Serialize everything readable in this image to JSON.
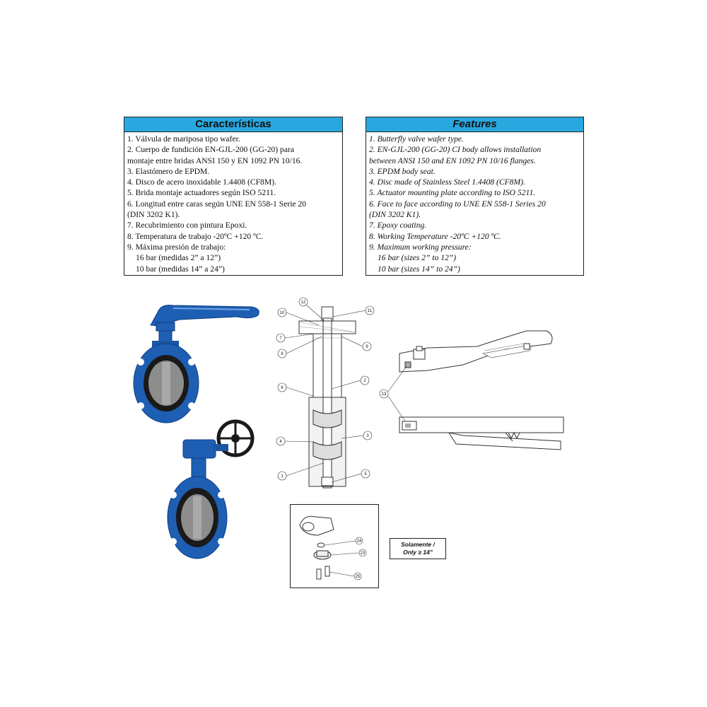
{
  "es_box": {
    "title": "Características",
    "items": [
      "1. Válvula de mariposa tipo wafer.",
      "2. Cuerpo de fundición EN-GJL-200 (GG-20) para",
      "montaje entre bridas ANSI 150 y EN 1092 PN 10/16.",
      "3. Elastómero de EPDM.",
      "4. Disco de acero inoxidable 1.4408 (CF8M).",
      "5. Brida montaje actuadores según ISO 5211.",
      "6. Longitud entre caras según UNE EN 558-1 Serie 20",
      "(DIN 3202 K1).",
      "7. Recubrimiento con pintura Epoxi.",
      "8. Temperatura de trabajo  -20ºC  +120 ºC.",
      "9. Máxima presión de trabajo:",
      "16 bar (medidas 2” a  12”)",
      "10 bar (medidas 14” a  24”)"
    ]
  },
  "en_box": {
    "title": "Features",
    "items": [
      "1. Butterfly valve wafer type.",
      "2. EN-GJL-200 (GG-20) CI body allows installation",
      "between  ANSI 150 and EN 1092 PN 10/16 flanges.",
      "3. EPDM body seat.",
      "4. Disc made of Stainless Steel 1.4408 (CF8M).",
      "5. Actuator mounting plate according to ISO 5211.",
      "6. Face to face according to UNE EN 558-1 Series 20",
      "(DIN 3202 K1).",
      "7. Epoxy coating.",
      "8. Working Temperature -20ºC  +120 ºC.",
      "9. Maximum working pressure:",
      "16 bar (sizes 2” to 12”)",
      "10 bar (sizes 14” to  24”)"
    ]
  },
  "section_callouts": [
    "10",
    "12",
    "11",
    "7",
    "8",
    "9",
    "6",
    "2",
    "4",
    "3",
    "1",
    "5"
  ],
  "handle_callout": "13",
  "detail_callouts": [
    "24",
    "23",
    "25"
  ],
  "note": {
    "line1": "Solamente /",
    "line2": "Only ≥ 14\""
  },
  "colors": {
    "header_blue": "#29a8e0",
    "valve_blue": "#1e5fb4",
    "valve_black": "#1a1a1a"
  }
}
